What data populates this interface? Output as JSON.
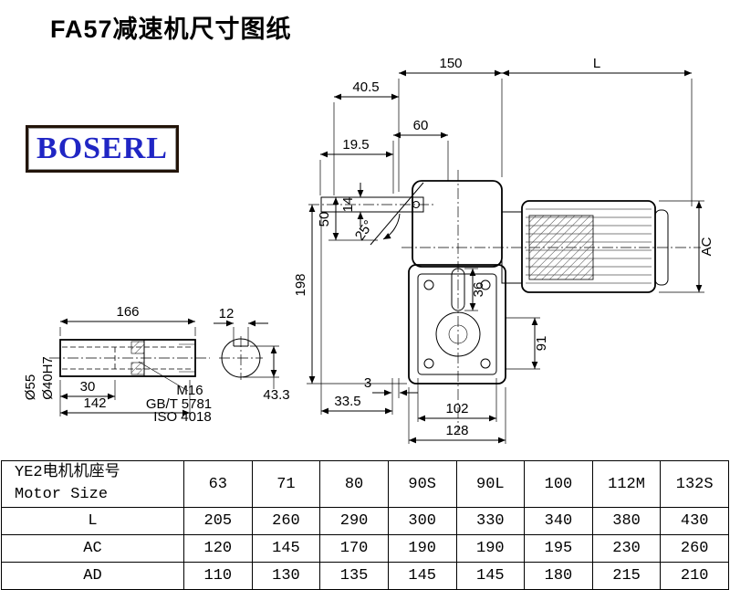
{
  "page": {
    "title": "FA57减速机尺寸图纸"
  },
  "logo": {
    "text": "BOSERL"
  },
  "drawing": {
    "dims": {
      "d150": "150",
      "dL": "L",
      "d40_5": "40.5",
      "d60": "60",
      "d19_5": "19.5",
      "d14": "14",
      "d50": "50",
      "d25": "25°",
      "d198": "198",
      "dAC": "AC",
      "d36": "36",
      "d91": "91",
      "d3": "3",
      "d33_5": "33.5",
      "d102": "102",
      "d128": "128",
      "d166": "166",
      "d12": "12",
      "d30": "30",
      "d142": "142",
      "d55": "Ø55",
      "d40H7": "Ø40H7",
      "m16": "M16",
      "gbt": "GB/T 5781",
      "iso": "ISO 4018",
      "d43_3": "43.3"
    }
  },
  "table": {
    "header": {
      "line1": "YE2电机机座号",
      "line2": "Motor Size"
    },
    "sizes": [
      "63",
      "71",
      "80",
      "90S",
      "90L",
      "100",
      "112M",
      "132S"
    ],
    "rows": [
      {
        "label": "L",
        "values": [
          "205",
          "260",
          "290",
          "300",
          "330",
          "340",
          "380",
          "430"
        ]
      },
      {
        "label": "AC",
        "values": [
          "120",
          "145",
          "170",
          "190",
          "190",
          "195",
          "230",
          "260"
        ]
      },
      {
        "label": "AD",
        "values": [
          "110",
          "130",
          "135",
          "145",
          "145",
          "180",
          "215",
          "210"
        ]
      }
    ]
  }
}
